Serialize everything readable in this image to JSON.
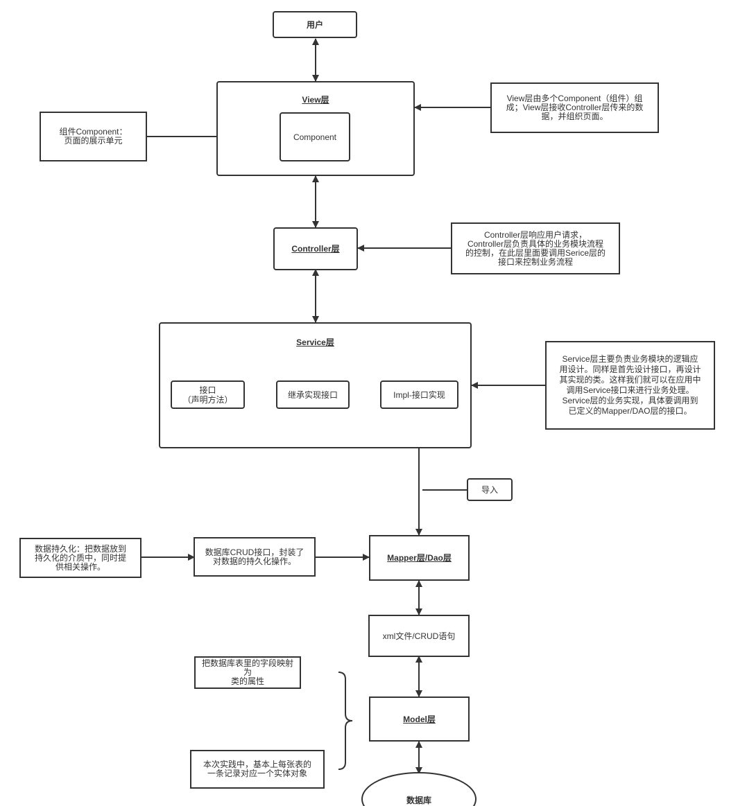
{
  "nodes": {
    "user": "用户",
    "view_title": "View层",
    "component": "Component",
    "controller": "Controller层",
    "service_title": "Service层",
    "interface": "接口\n（声明方法）",
    "inherit": "继承实现接口",
    "impl": "Impl-接口实现",
    "import": "导入",
    "mapper": "Mapper层/Dao层",
    "xml": "xml文件/CRUD语句",
    "model": "Model层",
    "database": "数据库"
  },
  "notes": {
    "component_note": "组件Component：\n页面的展示单元",
    "view_note": "View层由多个Component（组件）组\n成；View层接收Controller层传来的数\n据，并组织页面。",
    "controller_note": "Controller层响应用户请求，\nController层负责具体的业务模块流程\n的控制，在此层里面要调用Serice层的\n接口来控制业务流程",
    "service_note": "Service层主要负责业务模块的逻辑应\n用设计。同样是首先设计接口，再设计\n其实现的类。这样我们就可以在应用中\n调用Service接口来进行业务处理。\nService层的业务实现，具体要调用到\n已定义的Mapper/DAO层的接口。",
    "persistence_note": "数据持久化：把数据放到\n持久化的介质中，同时提\n供相关操作。",
    "crud_note": "数据库CRUD接口，封装了\n对数据的持久化操作。",
    "mapping_note": "把数据库表里的字段映射为\n类的属性",
    "practice_note": "本次实践中，基本上每张表的\n一条记录对应一个实体对象"
  },
  "colors": {
    "stroke": "#333333",
    "background": "#ffffff"
  }
}
